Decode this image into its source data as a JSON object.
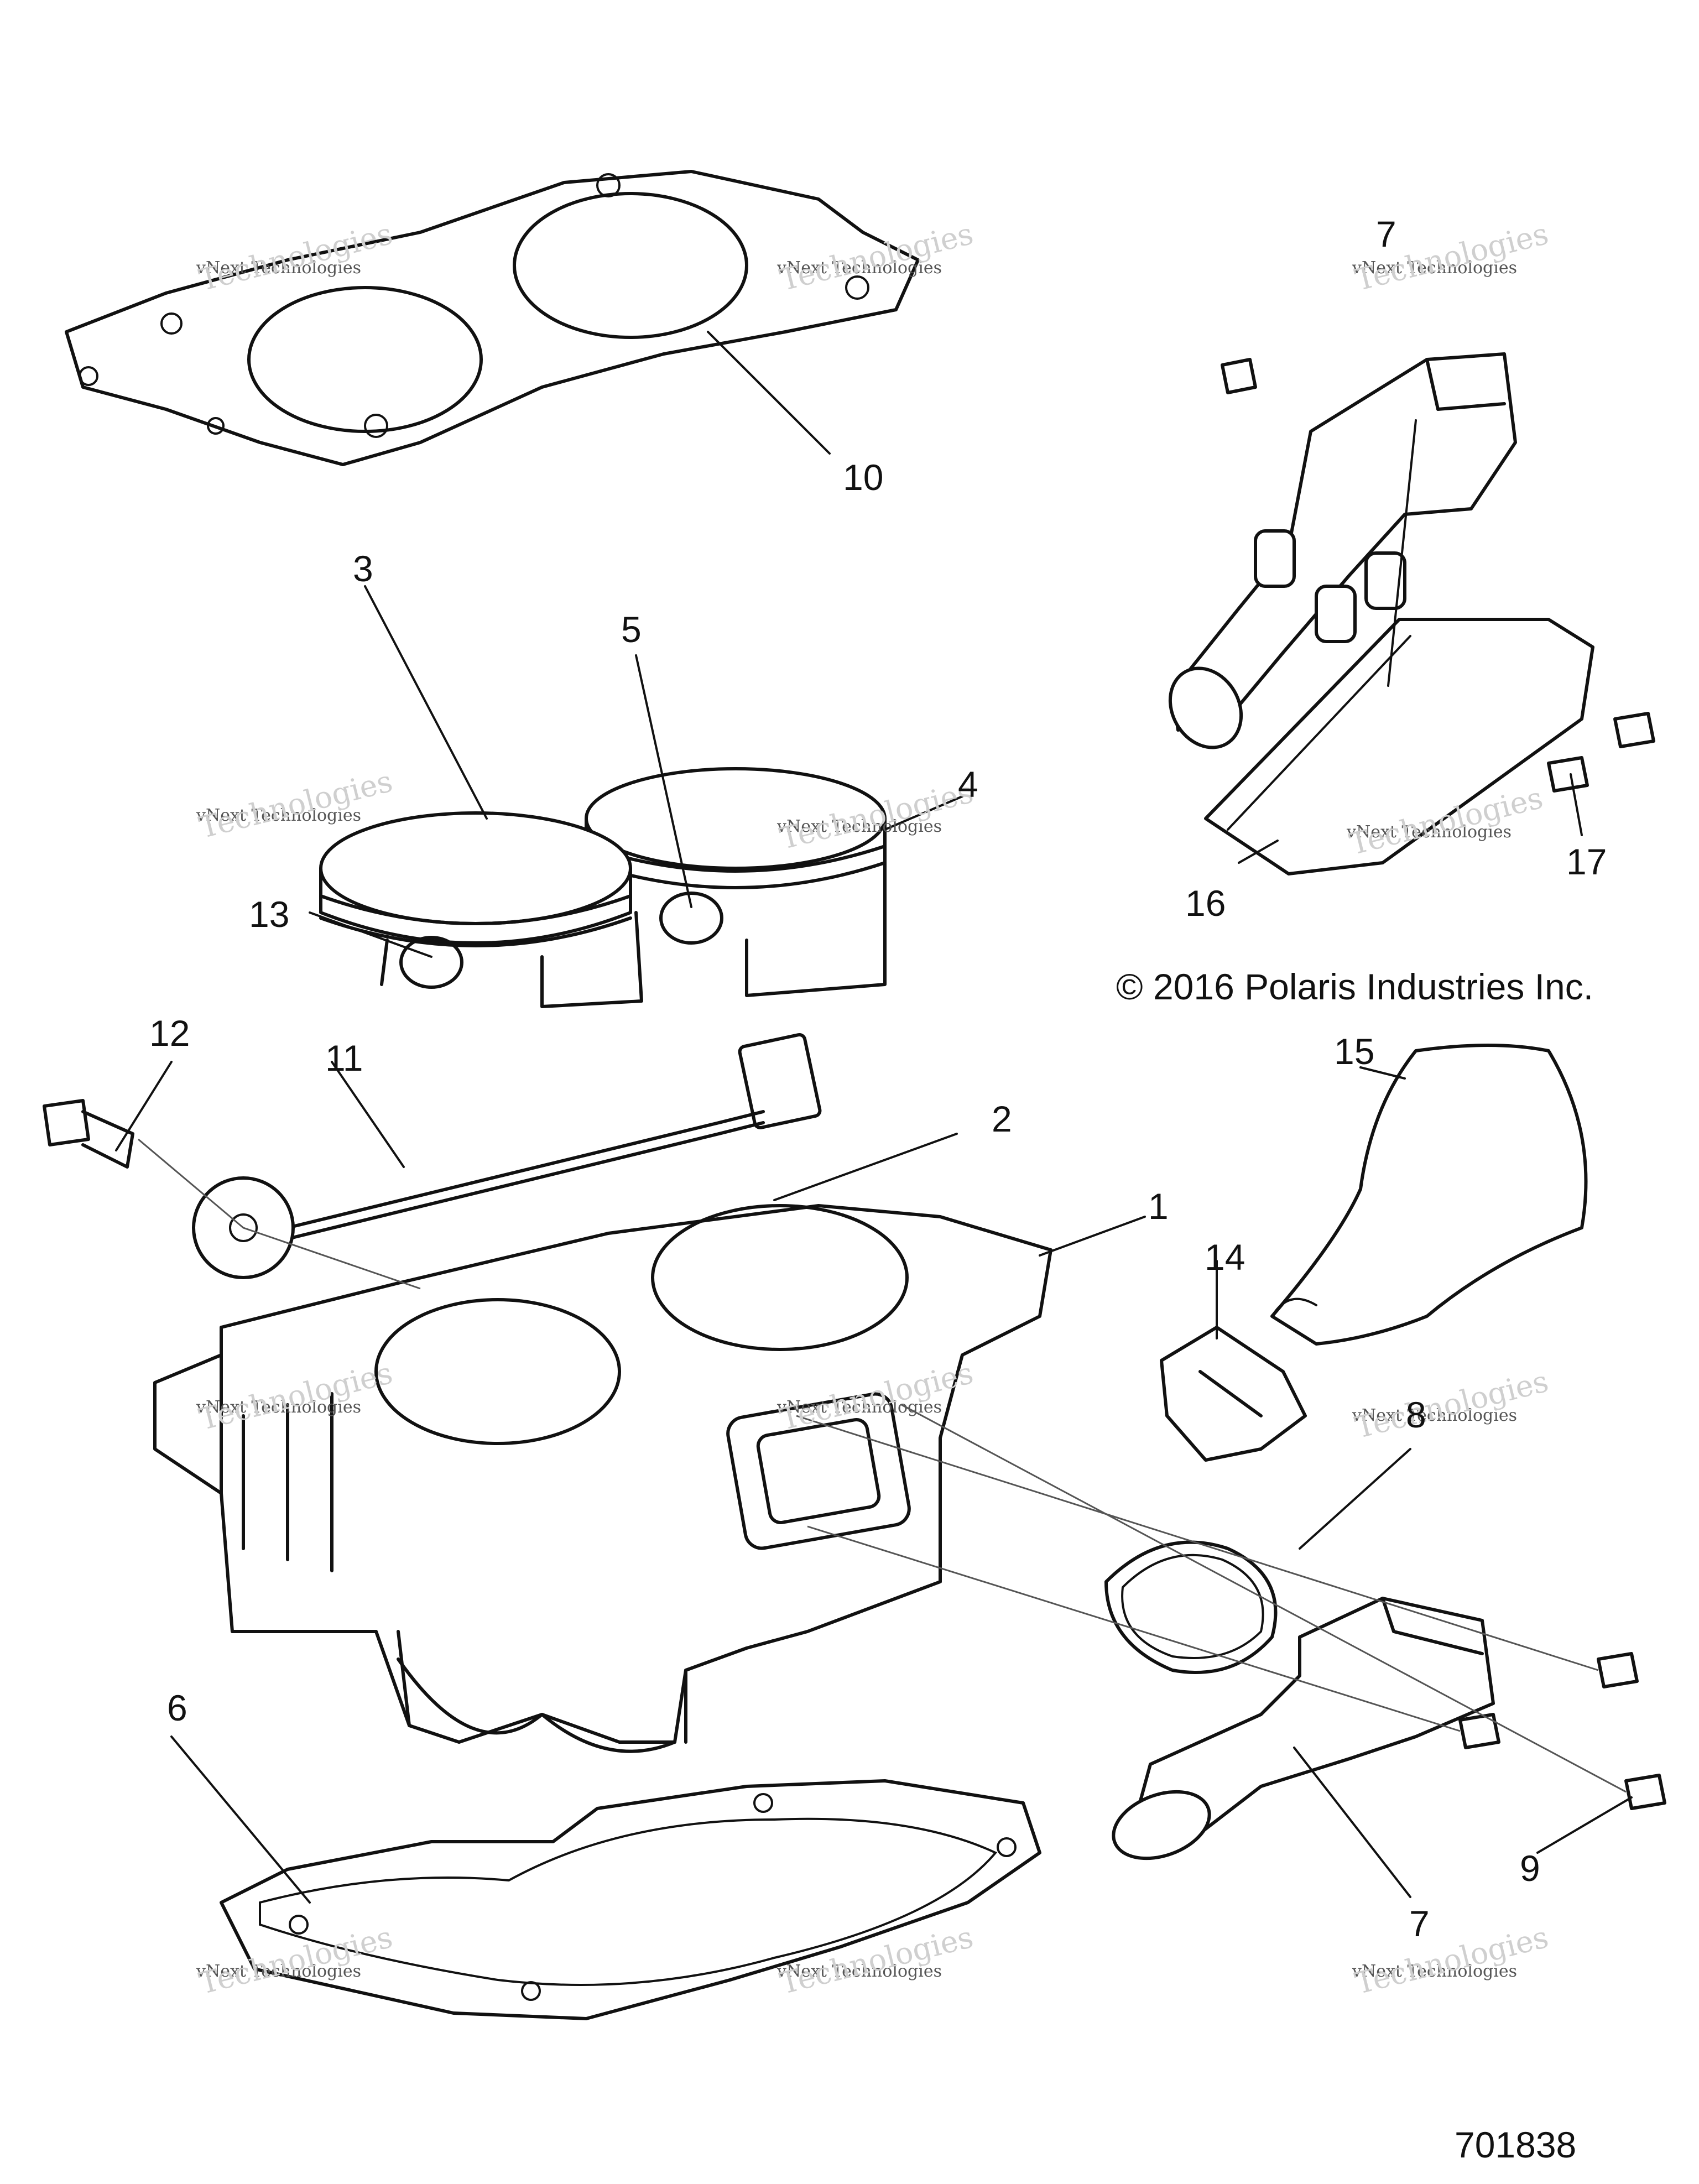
{
  "copyright": "© 2016 Polaris Industries Inc.",
  "diagram_number": "701838",
  "watermark": {
    "line1": "vNext Technologies",
    "line2": "Technologies"
  },
  "callouts": [
    "1",
    "2",
    "3",
    "4",
    "5",
    "6",
    "7",
    "7",
    "8",
    "9",
    "10",
    "11",
    "12",
    "13",
    "14",
    "15",
    "16",
    "17"
  ]
}
